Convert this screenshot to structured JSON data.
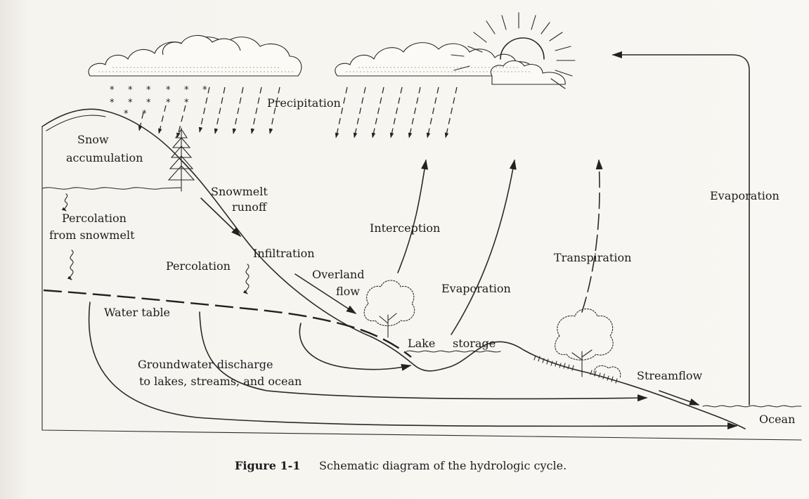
{
  "labels": {
    "snow_accumulation_1": "Snow",
    "snow_accumulation_2": "accumulation",
    "precipitation": "Precipitation",
    "snowmelt_runoff_1": "Snowmelt",
    "snowmelt_runoff_2": "runoff",
    "percolation_snowmelt_1": "Percolation",
    "percolation_snowmelt_2": "from snowmelt",
    "infiltration": "Infiltration",
    "percolation": "Percolation",
    "overland_flow_1": "Overland",
    "overland_flow_2": "flow",
    "interception": "Interception",
    "evaporation_lake": "Evaporation",
    "transpiration": "Transpiration",
    "evaporation_ocean": "Evaporation",
    "water_table": "Water table",
    "lake_storage_1": "Lake",
    "lake_storage_2": "storage",
    "groundwater_1": "Groundwater discharge",
    "groundwater_2": "to lakes, streams, and ocean",
    "streamflow": "Streamflow",
    "ocean": "Ocean"
  },
  "caption": {
    "number": "Figure 1-1",
    "text": "Schematic diagram of the hydrologic cycle."
  },
  "colors": {
    "ink": "#2a2a2a",
    "paper": "#f8f7f3"
  }
}
